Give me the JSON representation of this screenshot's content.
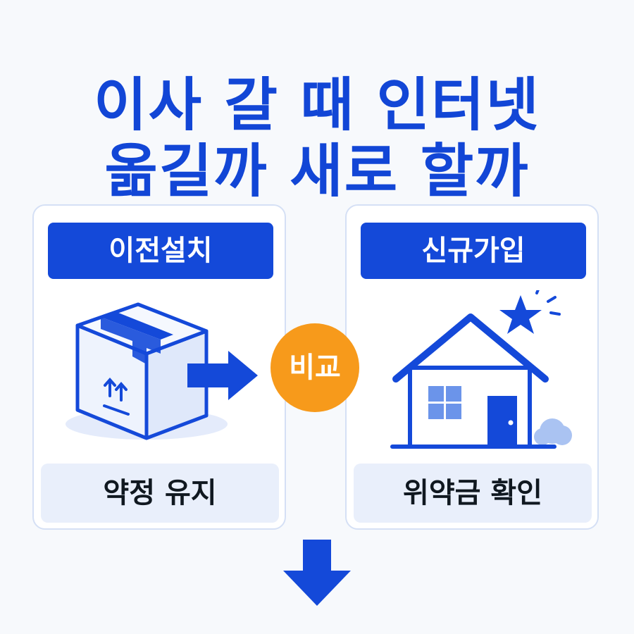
{
  "title": {
    "line1": "이사 갈 때 인터넷",
    "line2": "옮길까 새로 할까"
  },
  "left_card": {
    "label": "이전설치",
    "footer": "약정 유지",
    "illustration_icon": "moving-box-icon"
  },
  "right_card": {
    "label": "신규가입",
    "footer": "위약금 확인",
    "illustration_icon": "house-star-icon"
  },
  "compare_badge": {
    "label": "비교"
  },
  "colors": {
    "primary": "#1449d9",
    "accent": "#f79a1b",
    "card_border": "#d5e0f5",
    "footer_bg": "#e9effb"
  },
  "icons": {
    "transfer_arrow": "right-arrow-icon",
    "result_arrow": "down-arrow-icon"
  }
}
